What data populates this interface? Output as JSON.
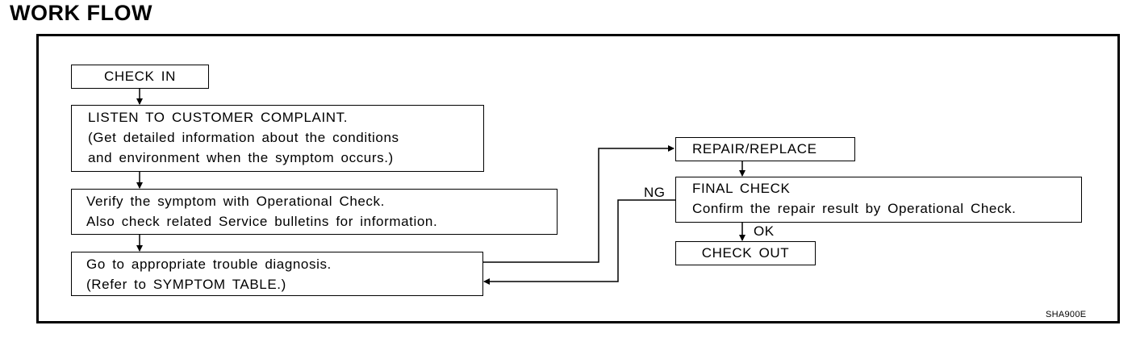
{
  "title": "WORK FLOW",
  "boxes": {
    "check_in": "CHECK IN",
    "listen": [
      "LISTEN TO CUSTOMER COMPLAINT.",
      "(Get detailed information about the conditions",
      "and environment when the symptom occurs.)"
    ],
    "verify": [
      "Verify the symptom with Operational Check.",
      "Also check related Service bulletins for information."
    ],
    "diagnosis": [
      "Go to appropriate trouble diagnosis.",
      "(Refer to SYMPTOM TABLE.)"
    ],
    "repair": "REPAIR/REPLACE",
    "final": [
      "FINAL CHECK",
      "Confirm the repair result by Operational Check."
    ],
    "check_out": "CHECK OUT"
  },
  "labels": {
    "ng": "NG",
    "ok": "OK"
  },
  "figure_code": "SHA900E"
}
